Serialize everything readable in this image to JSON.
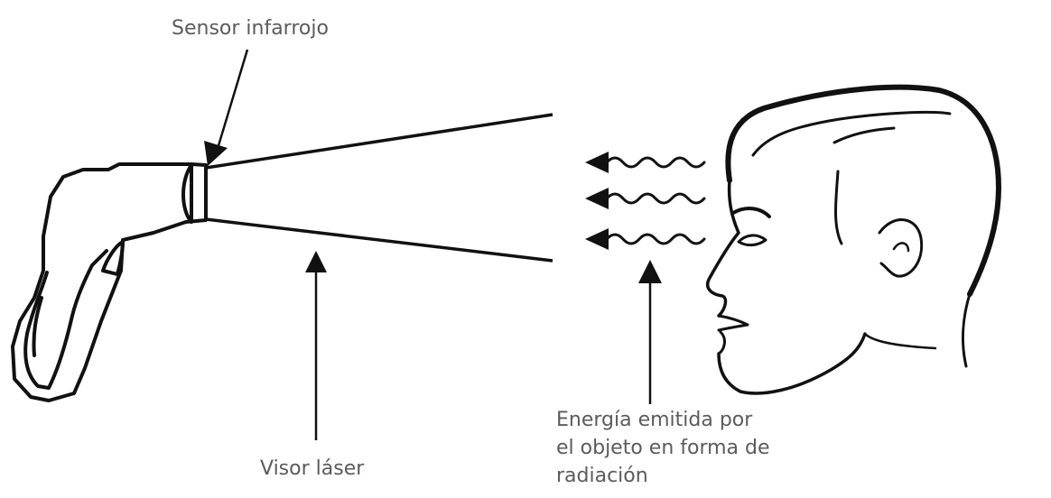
{
  "labels": {
    "sensor": "Sensor infarrojo",
    "visor": "Visor láser",
    "energia": [
      "Energía emitida por",
      "el objeto en forma de",
      "radiación"
    ]
  },
  "colors": {
    "line": "#111111",
    "text": "#5b5b5b",
    "background": "#ffffff"
  }
}
